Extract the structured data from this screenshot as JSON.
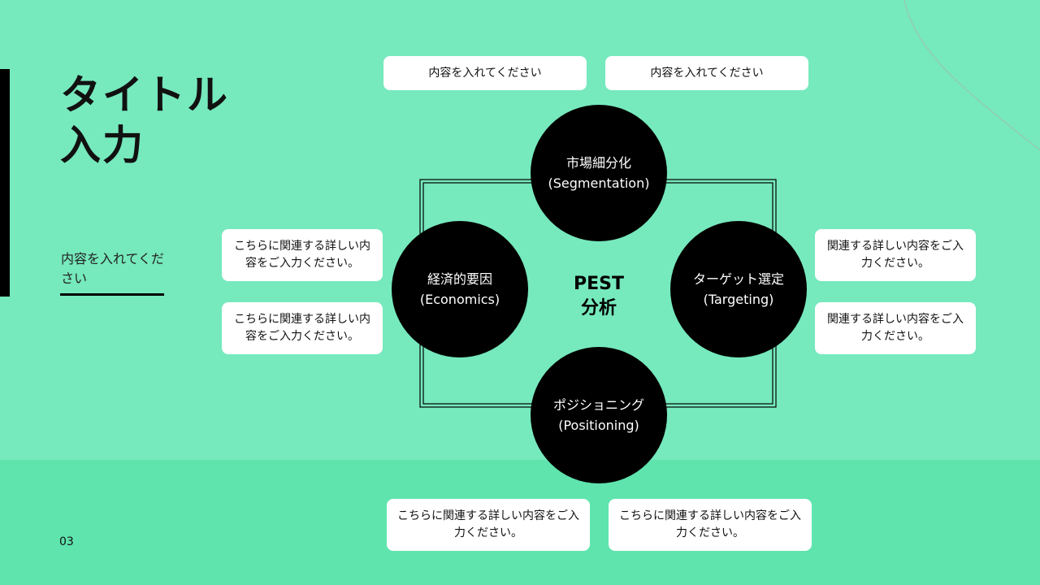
{
  "slide": {
    "title_line1": "タイトル",
    "title_line2": "入力",
    "side_text": "内容を入れてください",
    "page_number": "03"
  },
  "diagram": {
    "center_line1": "PEST",
    "center_line2": "分析",
    "circles": [
      {
        "name": "市場細分化",
        "english": "(Segmentation)"
      },
      {
        "name": "経済的要因",
        "english": "(Economics)"
      },
      {
        "name": "ターゲット選定",
        "english": "(Targeting)"
      },
      {
        "name": "ポジショニング",
        "english": "(Positioning)"
      }
    ],
    "top_boxes": [
      "内容を入れてください",
      "内容を入れてください"
    ],
    "left_boxes": [
      "こちらに関連する詳しい内容をご入力ください。",
      "こちらに関連する詳しい内容をご入力ください。"
    ],
    "right_boxes": [
      "関連する詳しい内容をご入力ください。",
      "関連する詳しい内容をご入力ください。"
    ],
    "bottom_boxes": [
      "こちらに関連する詳しい内容をご入力ください。",
      "こちらに関連する詳しい内容をご入力ください。"
    ]
  },
  "colors": {
    "background": "#76e9bd",
    "bottom_band": "#5fe4ae",
    "circle_fill": "#000000",
    "box_fill": "#ffffff"
  }
}
